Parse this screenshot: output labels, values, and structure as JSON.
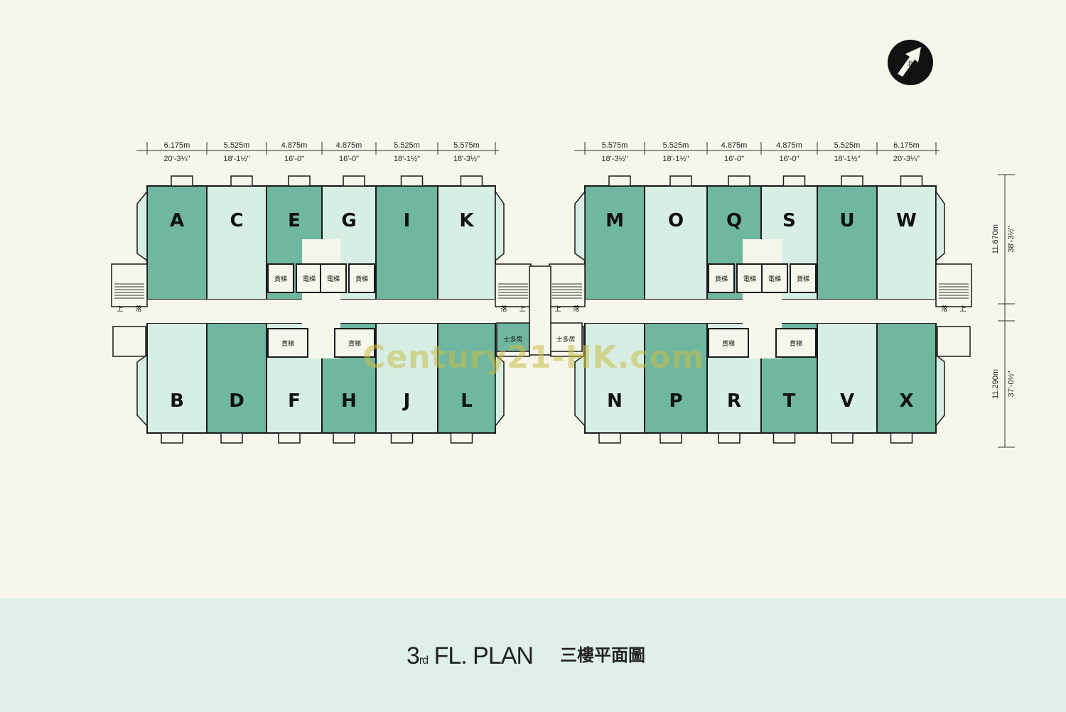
{
  "title": {
    "floor_num": "3",
    "floor_suffix": "rd",
    "rest": "FL. PLAN",
    "chinese": "三樓平面圖"
  },
  "watermark": "Century21-HK.com",
  "north_label": "北",
  "blocks": [
    {
      "top_units": [
        "A",
        "C",
        "E",
        "G",
        "I",
        "K"
      ],
      "bottom_units": [
        "B",
        "D",
        "F",
        "H",
        "J",
        "L"
      ],
      "top_shades": [
        "dark",
        "light",
        "dark",
        "light",
        "dark",
        "light"
      ],
      "bottom_shades": [
        "light",
        "dark",
        "light",
        "dark",
        "light",
        "dark"
      ],
      "dims_m": [
        "6.175m",
        "5.525m",
        "4.875m",
        "4.875m",
        "5.525m",
        "5.575m"
      ],
      "dims_ft": [
        "20'-3¼\"",
        "18'-1½\"",
        "16'-0\"",
        "16'-0\"",
        "18'-1½\"",
        "18'-3½\""
      ]
    },
    {
      "top_units": [
        "M",
        "O",
        "Q",
        "S",
        "U",
        "W"
      ],
      "bottom_units": [
        "N",
        "P",
        "R",
        "T",
        "V",
        "X"
      ],
      "top_shades": [
        "dark",
        "light",
        "dark",
        "light",
        "dark",
        "light"
      ],
      "bottom_shades": [
        "light",
        "dark",
        "light",
        "dark",
        "light",
        "dark"
      ],
      "dims_m": [
        "5.575m",
        "5.525m",
        "4.875m",
        "4.875m",
        "5.525m",
        "6.175m"
      ],
      "dims_ft": [
        "18'-3½\"",
        "18'-1½\"",
        "16'-0\"",
        "16'-0\"",
        "18'-1½\"",
        "20'-3¼\""
      ]
    }
  ],
  "vertical_dims": [
    {
      "m": "11.670m",
      "ft": "38'-3½\""
    },
    {
      "m": "11.290m",
      "ft": "37'-0½\""
    }
  ],
  "labels": {
    "cargo_lift": "貨梯",
    "passenger_lift": "電梯",
    "up": "上",
    "down": "落",
    "switch_room": "士多房"
  },
  "colors": {
    "dark": "#6fb7a1",
    "light": "#d7eee5",
    "wall": "#1a1a1a",
    "band": "#dff0ea"
  }
}
